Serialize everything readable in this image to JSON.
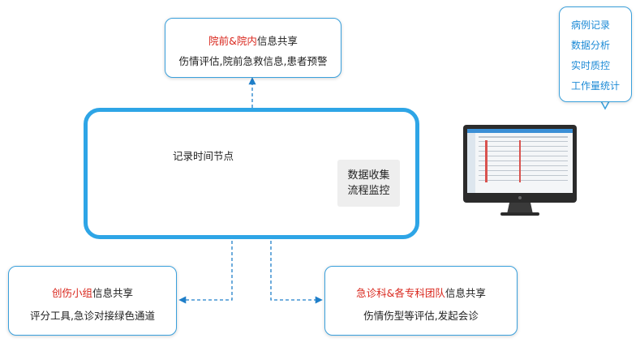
{
  "top_box": {
    "title_red": "院前&院内",
    "title_rest": "信息共享",
    "subtitle": "伤情评估,院前急救信息,患者预警"
  },
  "left_box": {
    "title_red": "创伤小组",
    "title_rest": "信息共享",
    "subtitle": "评分工具,急诊对接绿色通道"
  },
  "right_box": {
    "title_red": "急诊科&各专科团队",
    "title_rest": "信息共享",
    "subtitle": "伤情伤型等评估,发起会诊"
  },
  "center": {
    "time_label": "记录时间节点",
    "collect_line1": "数据收集",
    "collect_line2": "流程监控"
  },
  "bubble": {
    "items": [
      "病例记录",
      "数据分析",
      "实时质控",
      "工作量统计"
    ]
  },
  "colors": {
    "accent": "#2ea5e6",
    "border": "#3aa0dc",
    "highlight": "#d9261c",
    "bubble_text": "#1c8ad6"
  }
}
